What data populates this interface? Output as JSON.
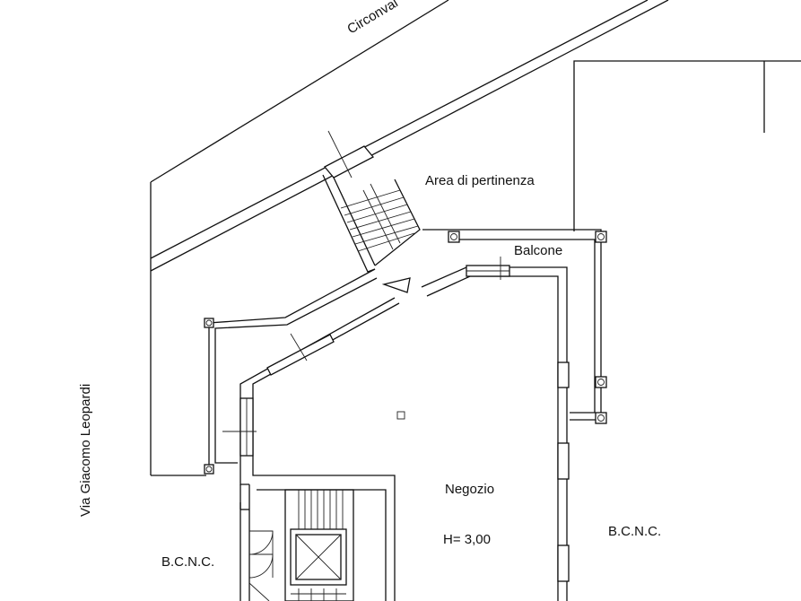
{
  "plan": {
    "street_top": "Circonval",
    "street_left": "Via Giacomo Leopardi",
    "area_label": "Area di pertinenza",
    "balcony_label": "Balcone",
    "shop_label": "Negozio",
    "height_label": "H= 3,00",
    "bcnc_right": "B.C.N.C.",
    "bcnc_left": "B.C.N.C."
  },
  "colors": {
    "line": "#111111",
    "background": "#ffffff"
  }
}
